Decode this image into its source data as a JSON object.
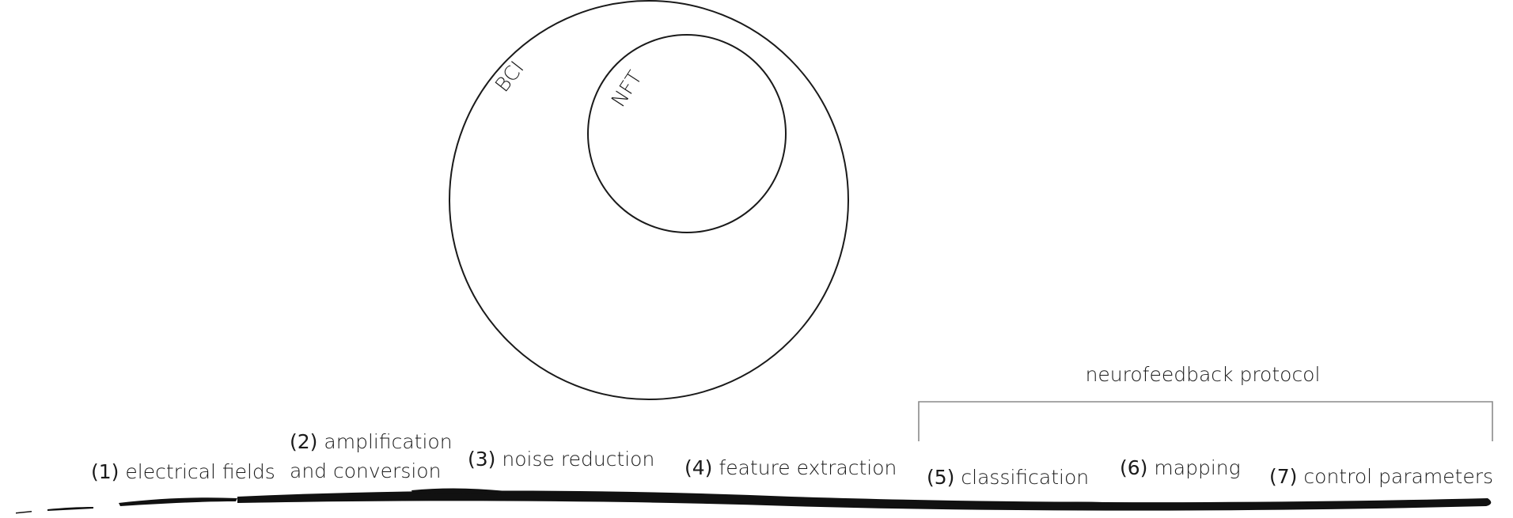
{
  "venn": {
    "outer_label": "BCI",
    "inner_label": "NFT"
  },
  "bracket": {
    "label": "neurofeedback protocol"
  },
  "steps": [
    {
      "num": "(1)",
      "text": "electrical fields"
    },
    {
      "num": "(2)",
      "text": "amplification",
      "text2": "and conversion"
    },
    {
      "num": "(3)",
      "text": "noise reduction"
    },
    {
      "num": "(4)",
      "text": "feature extraction"
    },
    {
      "num": "(5)",
      "text": "classification"
    },
    {
      "num": "(6)",
      "text": "mapping"
    },
    {
      "num": "(7)",
      "text": "control parameters"
    }
  ]
}
